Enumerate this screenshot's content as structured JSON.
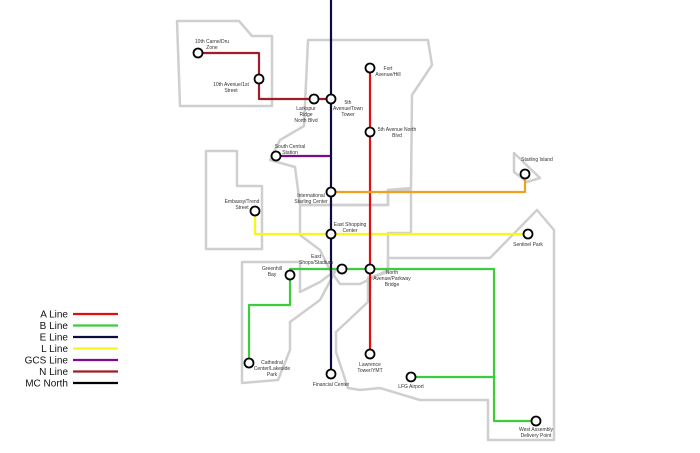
{
  "legend": [
    {
      "label": "A Line",
      "color": "#e01010"
    },
    {
      "label": "B Line",
      "color": "#3ccc3c"
    },
    {
      "label": "E Line",
      "color": "#0d0d3d"
    },
    {
      "label": "L Line",
      "color": "#f7f71a"
    },
    {
      "label": "GCS Line",
      "color": "#7a0c8c"
    },
    {
      "label": "N Line",
      "color": "#a01c28"
    },
    {
      "label": "MC North",
      "color": "#000000"
    }
  ],
  "stations": [
    {
      "id": "10th-carne",
      "label": [
        "10th Carne/Dru",
        "Zone"
      ]
    },
    {
      "id": "10th-ave",
      "label": [
        "10th Avenue/1st",
        "Street"
      ]
    },
    {
      "id": "larkspur",
      "label": [
        "Larkspur",
        "Ridge",
        "North Blvd"
      ]
    },
    {
      "id": "5th-ave",
      "label": [
        "5th",
        "Avenue/Town",
        "Tower"
      ]
    },
    {
      "id": "fort",
      "label": [
        "Fort",
        "Avenue/Hill"
      ]
    },
    {
      "id": "5th-ave-north",
      "label": [
        "5th Avenue North",
        "Blvd"
      ]
    },
    {
      "id": "south-central",
      "label": [
        "South Central",
        "Station"
      ]
    },
    {
      "id": "starling",
      "label": [
        "Starling Island"
      ]
    },
    {
      "id": "international",
      "label": [
        "International",
        "Starling Center"
      ]
    },
    {
      "id": "embassy",
      "label": [
        "Embassy/Trend",
        "Street"
      ]
    },
    {
      "id": "east-shopping",
      "label": [
        "East Shopping",
        "Center"
      ]
    },
    {
      "id": "sentinel-park",
      "label": [
        "Sentinel Park"
      ]
    },
    {
      "id": "east-shops",
      "label": [
        "East",
        "Shops/Stadium"
      ]
    },
    {
      "id": "greenhill",
      "label": [
        "Greenhill",
        "Bay"
      ]
    },
    {
      "id": "north-ave",
      "label": [
        "North",
        "Avenue/Parkway",
        "Bridge"
      ]
    },
    {
      "id": "cathedral",
      "label": [
        "Cathedral",
        "Center/Lakeside",
        "Park"
      ]
    },
    {
      "id": "lawrence",
      "label": [
        "Lawrence",
        "Tower/YMT"
      ]
    },
    {
      "id": "lfg-airport",
      "label": [
        "LFG Airport"
      ]
    },
    {
      "id": "financial",
      "label": [
        "Financial Center"
      ]
    },
    {
      "id": "west-assembly",
      "label": [
        "West Assembly",
        "Delivery Point"
      ]
    }
  ]
}
